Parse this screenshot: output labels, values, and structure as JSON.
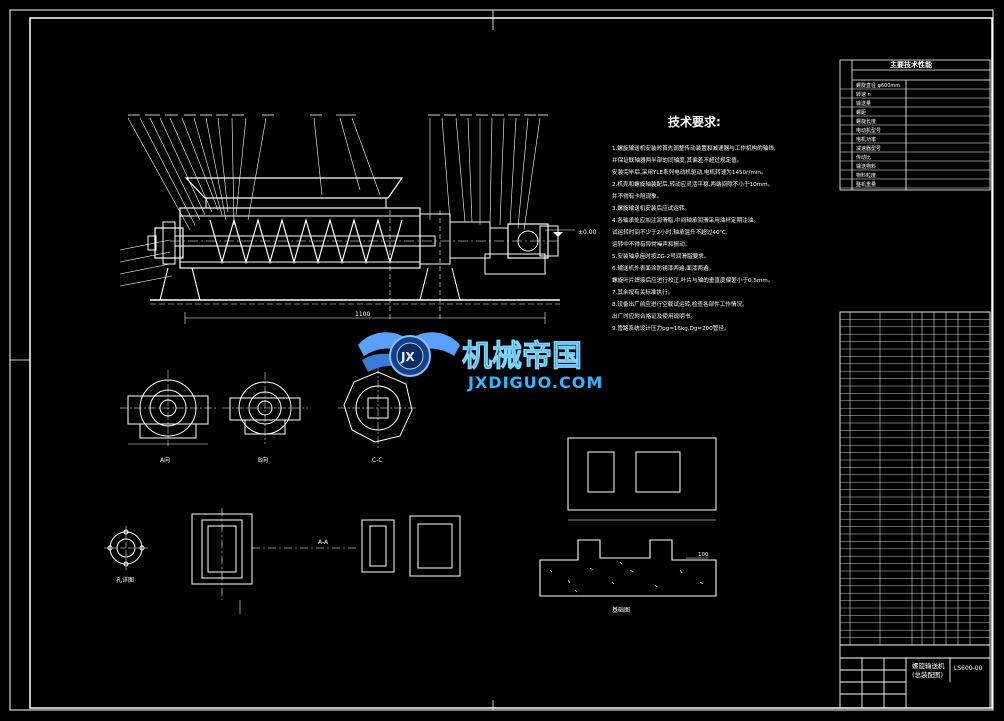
{
  "spec_table": {
    "title": "主要技术性能",
    "rows": [
      "螺旋直径 φ600mm",
      "转速 n",
      "输送量",
      "螺距",
      "螺旋长度",
      "电动机型号",
      "电机功率",
      "减速器型号",
      "传动比",
      "输送物料",
      "物料粒度",
      "整机重量"
    ]
  },
  "tech_requirements": {
    "title": "技术要求:",
    "items": [
      "1.螺旋输送机安装时首先调整传动装置和减速器与工作机构的轴线,",
      "  并保证联轴器两半部的同轴度,其偏差不超过规定值。",
      "  安装完毕后,采用YLE系列电动机驱动,电机转速为1450r/min。",
      "2.机壳和螺旋轴装配后,转动应灵活平稳,两端间隙不小于10mm。",
      "  并不得有卡阻现象。",
      "3.螺旋输送机安装后应试运转。",
      "4.各轴承处应加注润滑脂,中间轴承润滑采用油杯定期注油。",
      "  试运转时间不少于2小时,轴承温升不超过40℃,",
      "  运转中不得有异常噪声和振动。",
      "5.安装轴承座时按ZG-2号润滑脂要求。",
      "6.输送机外表面涂防锈漆两遍,面漆两遍。",
      "  螺旋叶片焊接后应进行校正,叶片与轴的垂直度偏差小于0.5mm。",
      "7.其余按有关标准执行。",
      "8.设备出厂前应进行空载试运转,检查各部件工作情况。",
      "  出厂时应附合格证及使用说明书。",
      "9.管路系统设计压力pg=16kg,Dg=200管径。"
    ]
  },
  "title_block": {
    "name": "螺旋输送机",
    "subtitle": "(总装配图)",
    "drawing_no": "LS600-00"
  },
  "watermark": {
    "brand_cn": "机械帝国",
    "brand_en": "JXDIGUO.COM",
    "emblem": "JX"
  },
  "labels": {
    "dim_1": "1100",
    "dim_elev": "±0.00",
    "dim_right": "100",
    "view_a": "A向",
    "view_b": "B向",
    "view_c": "C-C",
    "section_a": "A-A",
    "foundation": "基础图",
    "hole_detail": "孔详图"
  },
  "colors": {
    "line": "#ffffff",
    "accent": "#2fd0ff",
    "wm_blue": "#1e5aa8",
    "wm_cyan": "#33b6ff"
  }
}
